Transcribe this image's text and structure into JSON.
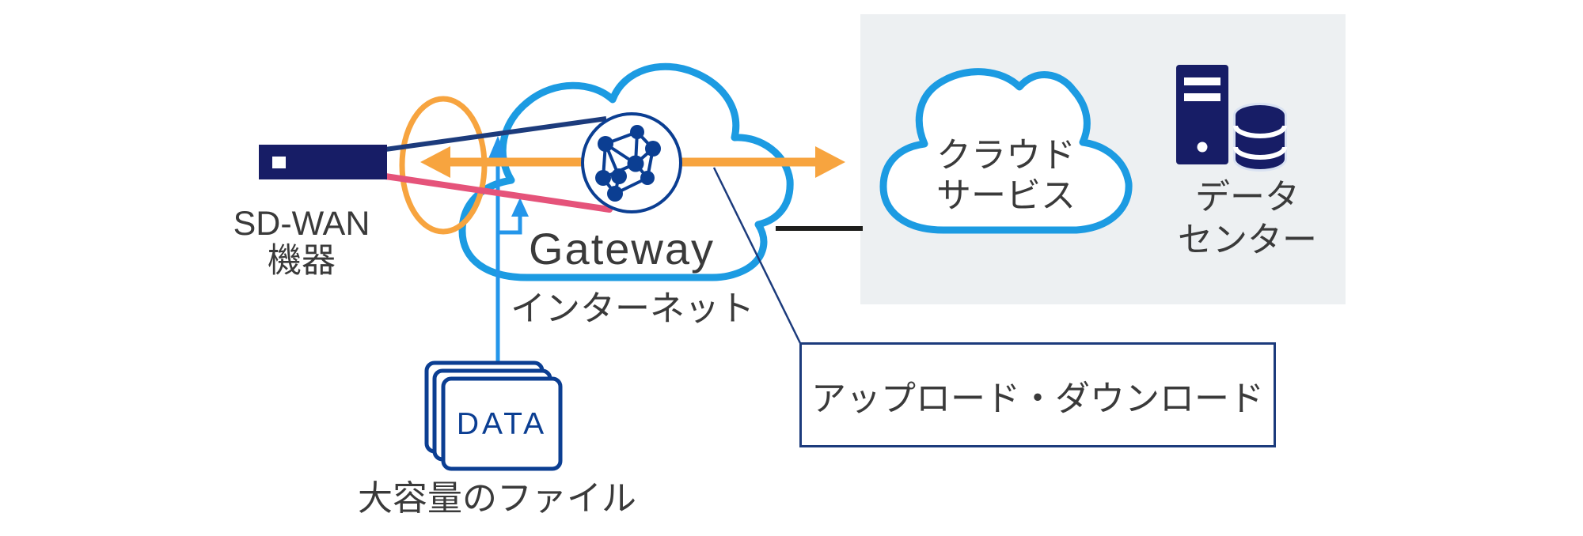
{
  "diagram": {
    "labels": {
      "sdwan_line1": "SD-WAN",
      "sdwan_line2": "機器",
      "gateway": "Gateway",
      "internet": "インターネット",
      "cloud_service_line1": "クラウド",
      "cloud_service_line2": "サービス",
      "datacenter_line1": "データ",
      "datacenter_line2": "センター",
      "upload_download": "アップロード・ダウンロード",
      "data_files": "DATA",
      "large_files": "大容量のファイル"
    },
    "icons": {
      "device": "sd-wan-appliance-icon",
      "gateway": "network-mesh-icon",
      "internet": "cloud-icon",
      "cloud_service": "cloud-icon",
      "datacenter": "server-and-database-icon",
      "files": "document-stack-icon"
    },
    "colors": {
      "navy": "#171d66",
      "icon_navy": "#0b3e92",
      "line_navy": "#1c3b7c",
      "cloud_blue": "#1c9be2",
      "arrow_blue": "#2496ea",
      "orange": "#f7a43f",
      "pink": "#e5537a",
      "black_line": "#1e1e1c",
      "panel_gray": "#edf0f2",
      "text_gray": "#3a3a3a"
    }
  }
}
